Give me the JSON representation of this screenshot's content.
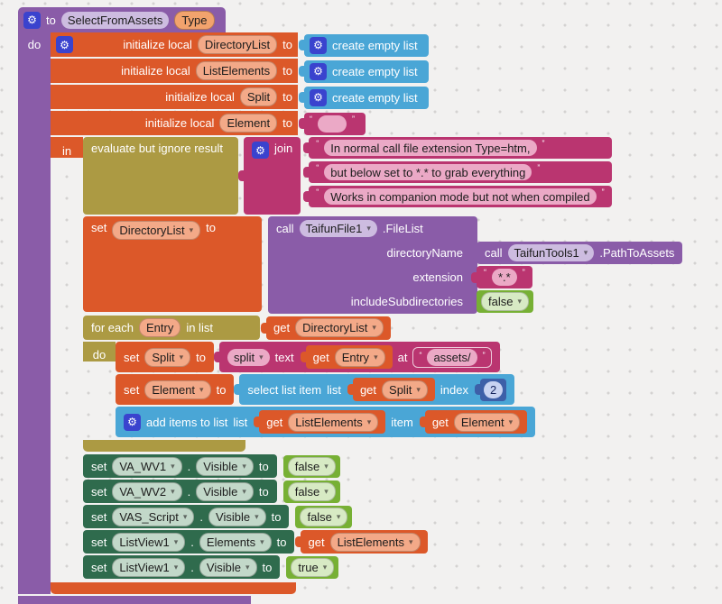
{
  "colors": {
    "workspace_bg": "#F2F1F0",
    "grid_dot": "#D4D2D1",
    "procedure_purple": "#8A5CA8",
    "variable_orange": "#DC5829",
    "list_blue": "#4AA6D6",
    "math_dark_blue": "#3D5FA8",
    "text_magenta": "#BA3570",
    "control_olive": "#AC9A43",
    "component_set_green": "#2F6B4D",
    "logic_green": "#77B034",
    "gear_icon_blue": "#3A43CE"
  },
  "icons": {
    "gear": "⚙",
    "caret": "▾",
    "quote_open": "“",
    "quote_close": "”"
  },
  "labels": {
    "to": "to",
    "do": "do",
    "in": "in",
    "set": "set",
    "get": "get",
    "call": "call",
    "dot": ".",
    "initialize_local": "initialize local",
    "create_empty_list": "create empty list",
    "evaluate_ignore": "evaluate but ignore result",
    "for_each": "for each",
    "in_list": "in list",
    "text": "text",
    "at": "at",
    "split": "split",
    "select_list_item": "select list item",
    "list": "list",
    "index": "index",
    "add_items_to_list": "add items to list",
    "item": "item"
  },
  "procedure": {
    "name": "SelectFromAssets",
    "param": "Type"
  },
  "vars": {
    "directory_list": "DirectoryList",
    "list_elements": "ListElements",
    "split": "Split",
    "element": "Element",
    "entry": "Entry"
  },
  "init_locals": {
    "rows": [
      {
        "name": "DirectoryList",
        "value": "create empty list"
      },
      {
        "name": "ListElements",
        "value": "create empty list"
      },
      {
        "name": "Split",
        "value": "create empty list"
      },
      {
        "name": "Element",
        "value": ""
      }
    ]
  },
  "join": {
    "label": "join",
    "strings": [
      "In normal call file extension Type=htm,",
      "but below set to *.* to grab everything",
      "Works in companion mode but not when compiled"
    ]
  },
  "file_list_call": {
    "component": "TaifunFile1",
    "method": ".FileList",
    "param_directory_name": "directoryName",
    "param_extension": "extension",
    "param_include_subdirectories": "includeSubdirectories",
    "extension_value": "*.*",
    "include_subdirectories_value": "false"
  },
  "path_call": {
    "component": "TaifunTools1",
    "method": ".PathToAssets"
  },
  "split_block": {
    "at_value": "assets/"
  },
  "select_block": {
    "index_value": "2"
  },
  "setters": [
    {
      "component": "VA_WV1",
      "property": "Visible",
      "value": "false"
    },
    {
      "component": "VA_WV2",
      "property": "Visible",
      "value": "false"
    },
    {
      "component": "VAS_Script",
      "property": "Visible",
      "value": "false"
    },
    {
      "component": "ListView1",
      "property": "Elements",
      "value": "ListElements"
    },
    {
      "component": "ListView1",
      "property": "Visible",
      "value": "true"
    }
  ]
}
